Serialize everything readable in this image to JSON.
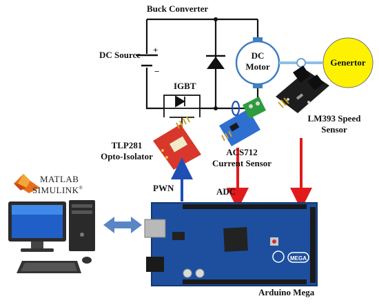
{
  "labels": {
    "buck_converter": "Buck Converter",
    "dc_source": "DC Source",
    "plus": "+",
    "minus": "−",
    "igbt": "IGBT",
    "dc_motor_line1": "DC",
    "dc_motor_line2": "Motor",
    "generator": "Genertor",
    "lm393_line1": "LM393 Speed",
    "lm393_line2": "Sensor",
    "tlp281_line1": "TLP281",
    "tlp281_line2": "Opto-Isolator",
    "acs712_line1": "ACS712",
    "acs712_line2": "Current Sensor",
    "pwn": "PWN",
    "adc": "ADC",
    "arduino": "Arduino Mega"
  },
  "matlab": {
    "word1": "MATLAB",
    "word2": "SIMULINK",
    "trademark": "®"
  },
  "board_text": {
    "mega": "MEGA"
  },
  "colors": {
    "generator_fill": "#fff200",
    "motor_stroke": "#3e7fbf",
    "signal_red": "#e11b1b",
    "signal_blue": "#1f4fb5",
    "board_blue": "#1d4f9e",
    "double_arrow": "#5b86c5"
  }
}
